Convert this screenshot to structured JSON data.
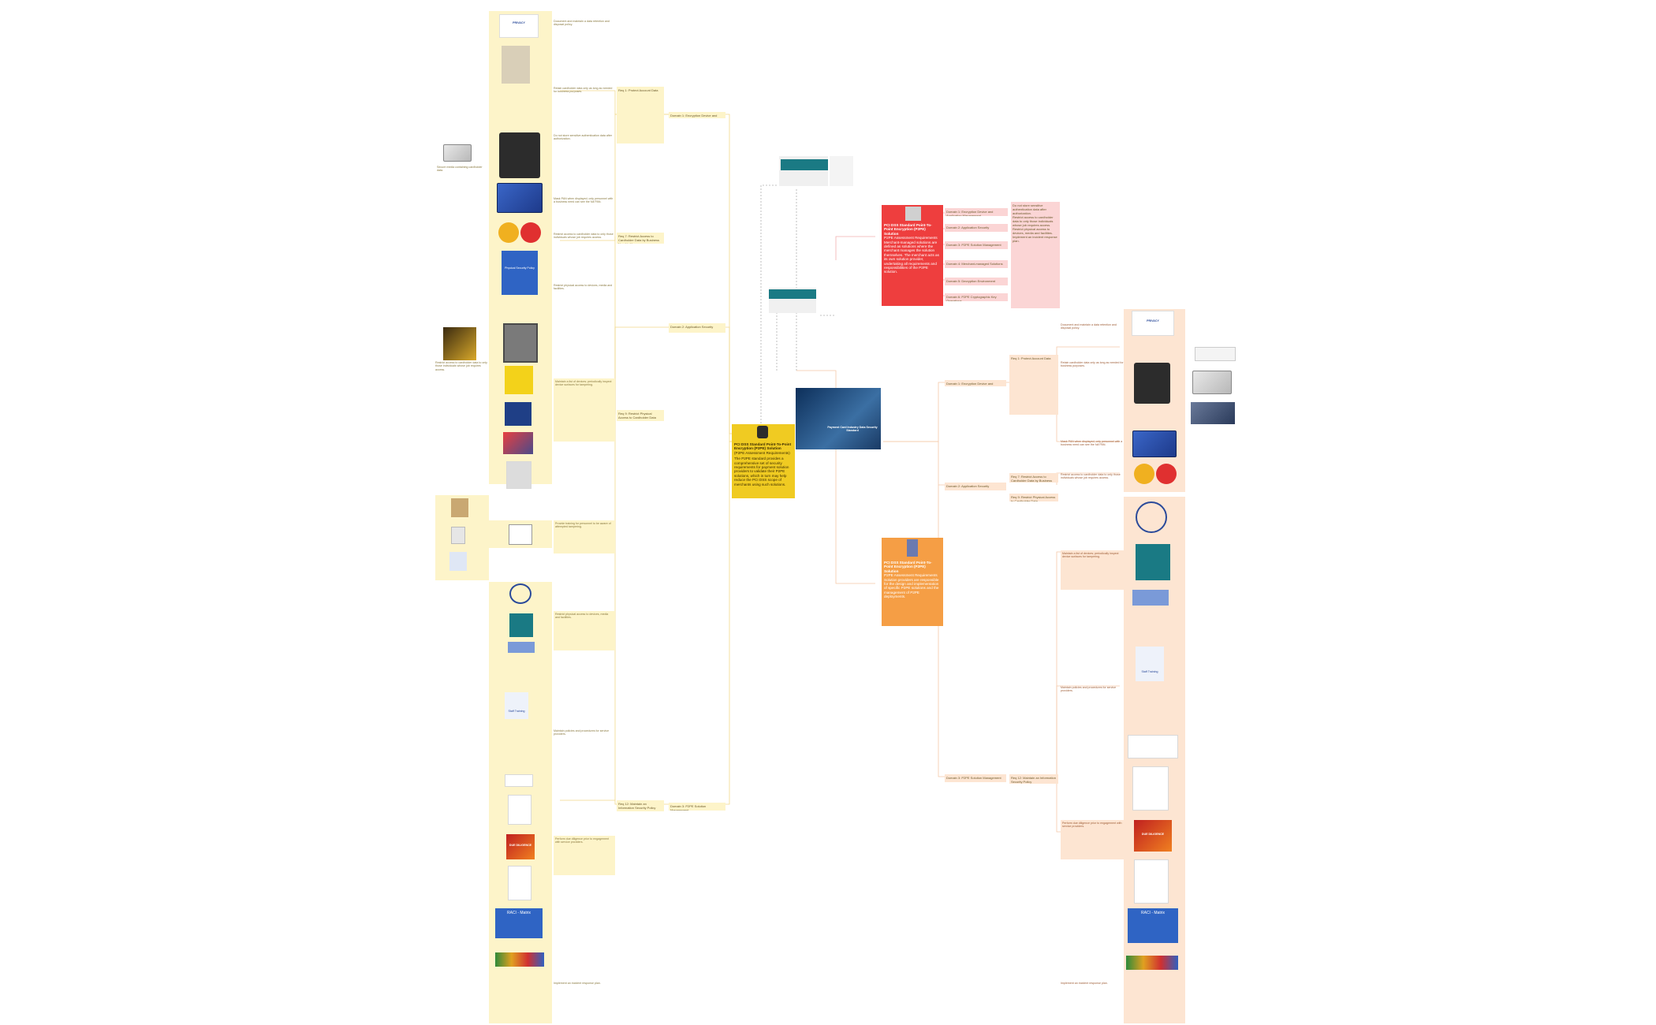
{
  "colors": {
    "cream": "#fdf4c9",
    "peach": "#fde5d2",
    "pink": "#fbd5d5",
    "red": "#ee3e3e",
    "orange": "#f59e45",
    "yellow": "#f0cb22",
    "photo_blue": "#1a3a64"
  },
  "center": {
    "photo_caption": "Payment Card Industry Data Security Standard",
    "title": "PCI DSS Standard Point-To-Point Encryption (P2PE) Solution",
    "subtitle": "(P2PE Assessment Requirements)",
    "body": "The P2PE standard provides a comprehensive set of security requirements for payment solution providers to validate their P2PE solutions, which in turn may help reduce the PCI DSS scope of merchants using such solutions."
  },
  "main_red": {
    "title": "PCI DSS Standard Point-To-Point Encryption (P2PE) Solution",
    "subtitle": "P2PE Assessment Requirements",
    "body": "Merchant-managed solutions are defined as solutions where the merchant manages the solution themselves. The merchant acts as its own solution provider, undertaking all requirements and responsibilities of the P2PE solution."
  },
  "main_orange": {
    "title": "PCI DSS Standard Point-To-Point Encryption (P2PE) Solution",
    "subtitle": "P2PE Assessment Requirements",
    "body": "Solution providers are responsible for the design and implementation of specific P2PE solutions and the management of P2PE deployments."
  },
  "red_domains": [
    "Domain 1: Encryption Device and Application Management",
    "Domain 2: Application Security",
    "Domain 3: P2PE Solution Management",
    "Domain 4: Merchant-managed Solutions",
    "Domain 5: Decryption Environment",
    "Domain 6: P2PE Cryptographic Key Operations"
  ],
  "left_sections": [
    "Req 1: Protect Account Data",
    "Req 7: Restrict Access to Cardholder Data by Business Need to Know",
    "Req 9: Restrict Physical Access to Cardholder Data",
    "Req 12: Maintain an Information Security Policy"
  ],
  "right_sections": [
    "Req 1: Protect Account Data",
    "Req 7: Restrict Access to Cardholder Data by Business Need to Know",
    "Req 9: Restrict Physical Access to Cardholder Data",
    "Req 12: Maintain an Information Security Policy"
  ],
  "thumbs": {
    "staff_training": "Staff Training",
    "raci": "RACI - Matrix",
    "physical_security": "Physical Security Policy",
    "due_diligence": "DUE DILIGENCE",
    "privacy": "PRIVACY"
  },
  "notes": [
    "Document and maintain a data retention and disposal policy.",
    "Retain cardholder data only as long as needed for business purposes.",
    "Do not store sensitive authentication data after authorization.",
    "Mask PAN when displayed; only personnel with a business need can see the full PAN.",
    "Secure media containing cardholder data.",
    "Restrict access to cardholder data to only those individuals whose job requires access.",
    "Restrict physical access to devices, media and facilities.",
    "Maintain a list of devices; periodically inspect device surfaces for tampering.",
    "Provide training for personnel to be aware of attempted tampering.",
    "Maintain policies and procedures for service providers.",
    "Perform due diligence prior to engagement with service providers.",
    "Implement an incident response plan."
  ]
}
